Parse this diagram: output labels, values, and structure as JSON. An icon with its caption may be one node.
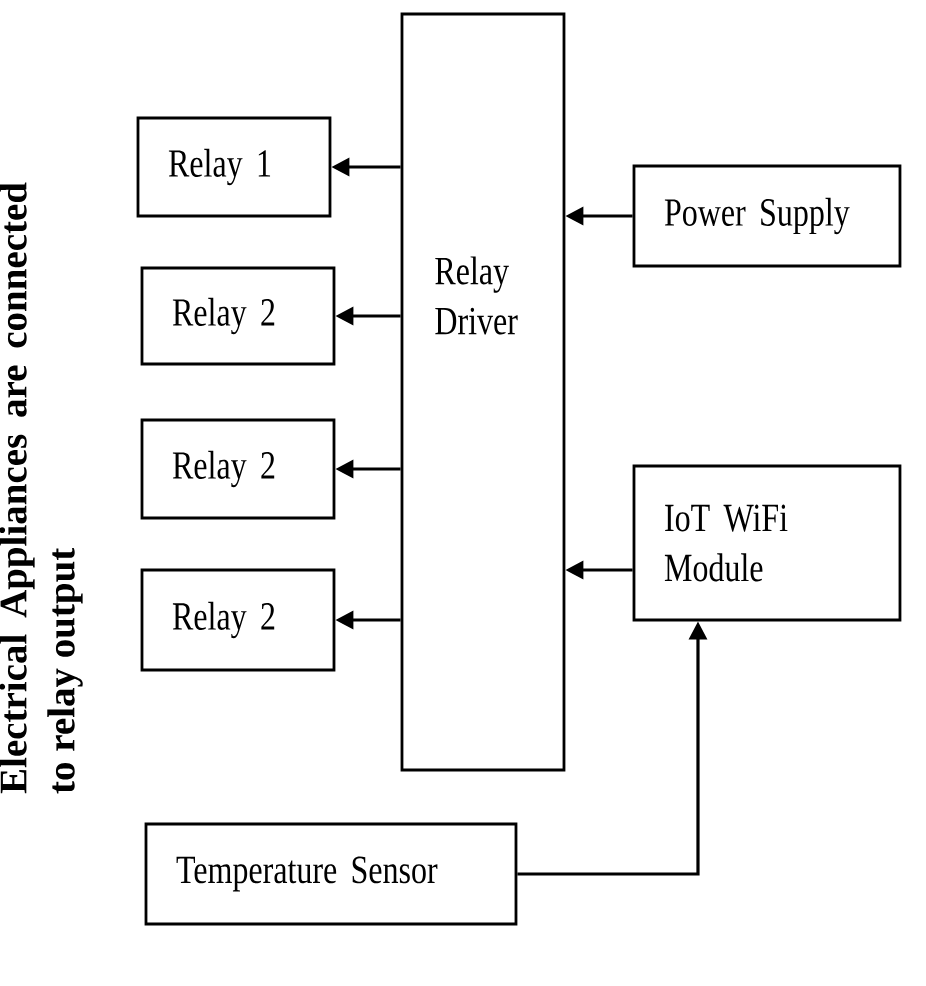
{
  "diagram": {
    "nodes": [
      {
        "text": [
          "Relay Driver"
        ]
      },
      {
        "text": [
          "Relay 1"
        ]
      },
      {
        "text": [
          "Relay 2"
        ]
      },
      {
        "text": [
          "Relay 2"
        ]
      },
      {
        "text": [
          "Relay 2"
        ]
      },
      {
        "text": [
          "Power Supply"
        ]
      },
      {
        "text": [
          "IoT WiFi Module"
        ]
      },
      {
        "text": [
          "Temperature Sensor"
        ]
      }
    ],
    "edges": [
      {
        "from": 0,
        "to": 1,
        "arrow": "to"
      },
      {
        "from": 0,
        "to": 2,
        "arrow": "to"
      },
      {
        "from": 0,
        "to": 3,
        "arrow": "to"
      },
      {
        "from": 0,
        "to": 4,
        "arrow": "to"
      },
      {
        "from": 5,
        "to": 0,
        "arrow": "to"
      },
      {
        "from": 6,
        "to": 0,
        "arrow": "to"
      },
      {
        "from": 7,
        "to": 6,
        "arrow": "to"
      }
    ],
    "labels": [
      "Electrical Appliances are connected to relay output"
    ]
  }
}
